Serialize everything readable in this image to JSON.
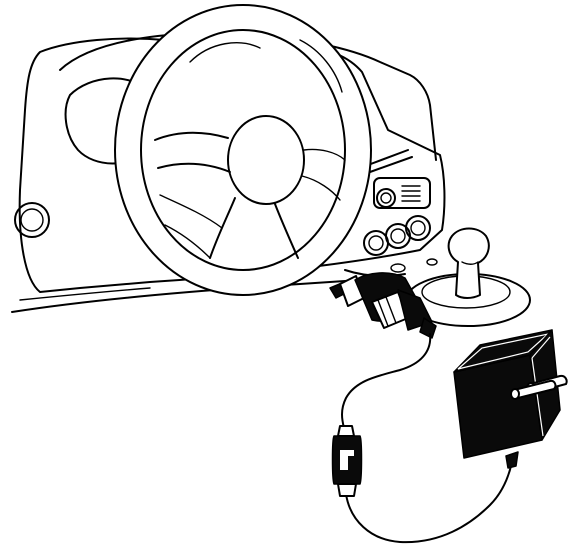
{
  "colors": {
    "stroke": "#000000",
    "background": "#ffffff",
    "fill": "#0a0a0a"
  },
  "elements": [
    {
      "name": "car-dashboard"
    },
    {
      "name": "steering-wheel"
    },
    {
      "name": "gear-shift-knob"
    },
    {
      "name": "cigarette-lighter-plug"
    },
    {
      "name": "power-cable"
    },
    {
      "name": "inline-cable-filter"
    },
    {
      "name": "ac-power-adapter"
    }
  ]
}
